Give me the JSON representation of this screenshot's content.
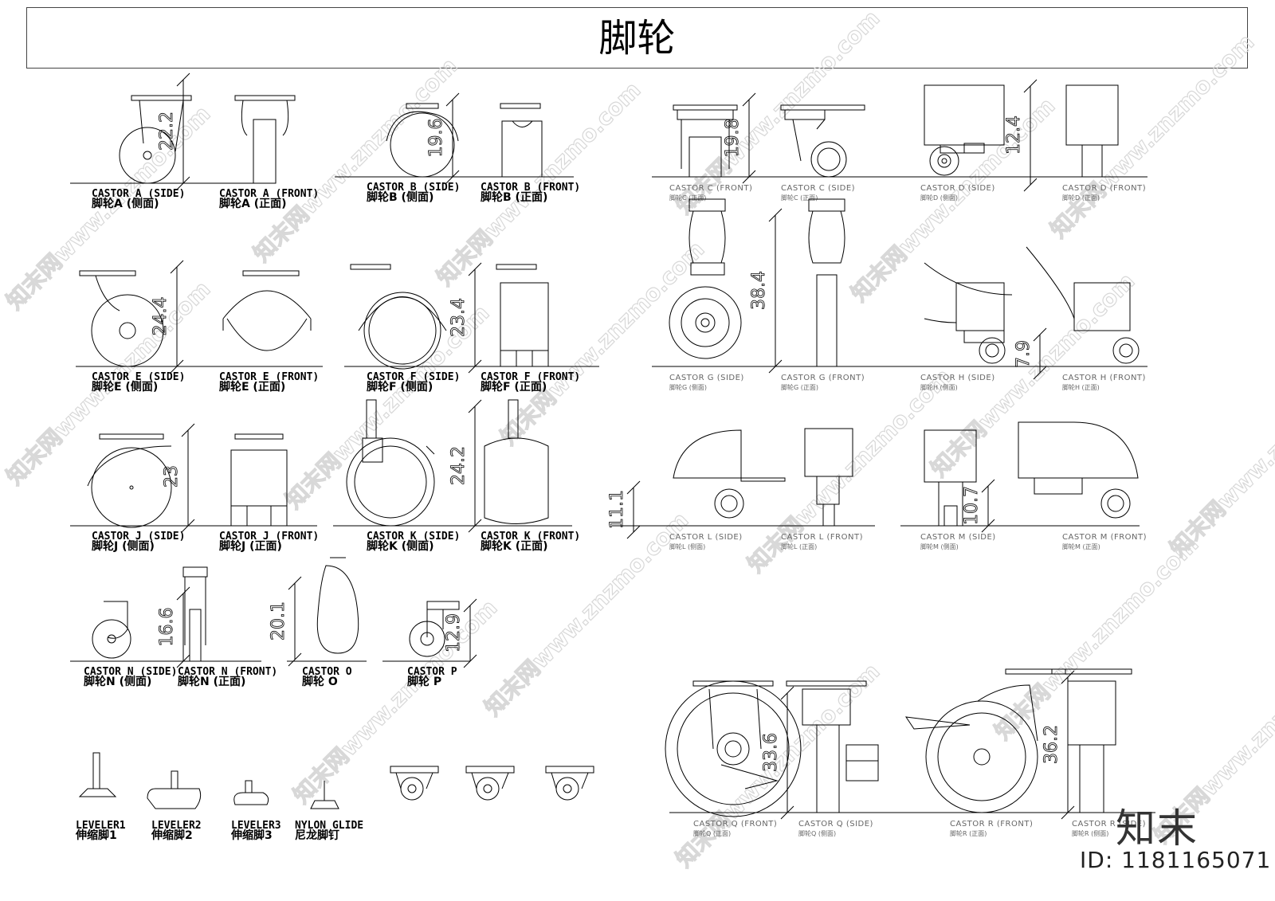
{
  "title": "脚轮",
  "logo_text": "知末",
  "image_id": "ID: 1181165071",
  "watermark": "知末网www.znzmo.com",
  "groups": [
    {
      "key": "A",
      "views": [
        {
          "en": "CASTOR A (SIDE)",
          "cn": "脚轮A (侧面)"
        },
        {
          "en": "CASTOR A (FRONT)",
          "cn": "脚轮A (正面)"
        }
      ],
      "dimension": "22.2"
    },
    {
      "key": "B",
      "views": [
        {
          "en": "CASTOR B (SIDE)",
          "cn": "脚轮B (侧面)"
        },
        {
          "en": "CASTOR B (FRONT)",
          "cn": "脚轮B (正面)"
        }
      ],
      "dimension": "19.6"
    },
    {
      "key": "C",
      "views": [
        {
          "en": "CASTOR C (FRONT)",
          "cn": "脚轮C (正面)"
        },
        {
          "en": "CASTOR C (SIDE)",
          "cn": "脚轮C (正面)"
        }
      ],
      "dimension": "19.8"
    },
    {
      "key": "D",
      "views": [
        {
          "en": "CASTOR D (SIDE)",
          "cn": "脚轮D (侧面)"
        },
        {
          "en": "CASTOR D (FRONT)",
          "cn": "脚轮D (正面)"
        }
      ],
      "dimension": "12.4"
    },
    {
      "key": "E",
      "views": [
        {
          "en": "CASTOR E (SIDE)",
          "cn": "脚轮E (侧面)"
        },
        {
          "en": "CASTOR E (FRONT)",
          "cn": "脚轮E (正面)"
        }
      ],
      "dimension": "24.4"
    },
    {
      "key": "F",
      "views": [
        {
          "en": "CASTOR F (SIDE)",
          "cn": "脚轮F (侧面)"
        },
        {
          "en": "CASTOR F (FRONT)",
          "cn": "脚轮F (正面)"
        }
      ],
      "dimension": "23.4"
    },
    {
      "key": "G",
      "views": [
        {
          "en": "CASTOR G (SIDE)",
          "cn": "脚轮G (侧面)"
        },
        {
          "en": "CASTOR G (FRONT)",
          "cn": "脚轮G (正面)"
        }
      ],
      "dimension": "38.4"
    },
    {
      "key": "H",
      "views": [
        {
          "en": "CASTOR H (SIDE)",
          "cn": "脚轮H (侧面)"
        },
        {
          "en": "CASTOR H (FRONT)",
          "cn": "脚轮H (正面)"
        }
      ],
      "dimension": "7.9"
    },
    {
      "key": "J",
      "views": [
        {
          "en": "CASTOR J (SIDE)",
          "cn": "脚轮J (侧面)"
        },
        {
          "en": "CASTOR J (FRONT)",
          "cn": "脚轮J (正面)"
        }
      ],
      "dimension": "23"
    },
    {
      "key": "K",
      "views": [
        {
          "en": "CASTOR K (SIDE)",
          "cn": "脚轮K (侧面)"
        },
        {
          "en": "CASTOR K (FRONT)",
          "cn": "脚轮K (正面)"
        }
      ],
      "dimension": "24.2"
    },
    {
      "key": "L",
      "views": [
        {
          "en": "CASTOR L (SIDE)",
          "cn": "脚轮L (侧面)"
        },
        {
          "en": "CASTOR L (FRONT)",
          "cn": "脚轮L (正面)"
        }
      ],
      "dimension": "11.1"
    },
    {
      "key": "M",
      "views": [
        {
          "en": "CASTOR M (SIDE)",
          "cn": "脚轮M (侧面)"
        },
        {
          "en": "CASTOR M (FRONT)",
          "cn": "脚轮M (正面)"
        }
      ],
      "dimension": "10.7"
    },
    {
      "key": "N",
      "views": [
        {
          "en": "CASTOR N (SIDE)",
          "cn": "脚轮N (侧面)"
        },
        {
          "en": "CASTOR N (FRONT)",
          "cn": "脚轮N (正面)"
        }
      ],
      "dimension": "16.6"
    },
    {
      "key": "O",
      "views": [
        {
          "en": "CASTOR O",
          "cn": "脚轮 O"
        }
      ],
      "dimension": "20.1"
    },
    {
      "key": "P",
      "views": [
        {
          "en": "CASTOR P",
          "cn": "脚轮 P"
        }
      ],
      "dimension": "12.9"
    },
    {
      "key": "Q",
      "views": [
        {
          "en": "CASTOR Q (FRONT)",
          "cn": "脚轮Q (正面)"
        },
        {
          "en": "CASTOR Q (SIDE)",
          "cn": "脚轮Q (侧面)"
        }
      ],
      "dimension": "33.6"
    },
    {
      "key": "R",
      "views": [
        {
          "en": "CASTOR R (FRONT)",
          "cn": "脚轮R (正面)"
        },
        {
          "en": "CASTOR R (SIDE)",
          "cn": "脚轮R (侧面)"
        }
      ],
      "dimension": "36.2"
    }
  ],
  "levelers": [
    {
      "en": "LEVELER1",
      "cn": "伸缩脚1"
    },
    {
      "en": "LEVELER2",
      "cn": "伸缩脚2"
    },
    {
      "en": "LEVELER3",
      "cn": "伸缩脚3"
    },
    {
      "en": "NYLON GLIDE",
      "cn": "尼龙脚钉"
    }
  ]
}
